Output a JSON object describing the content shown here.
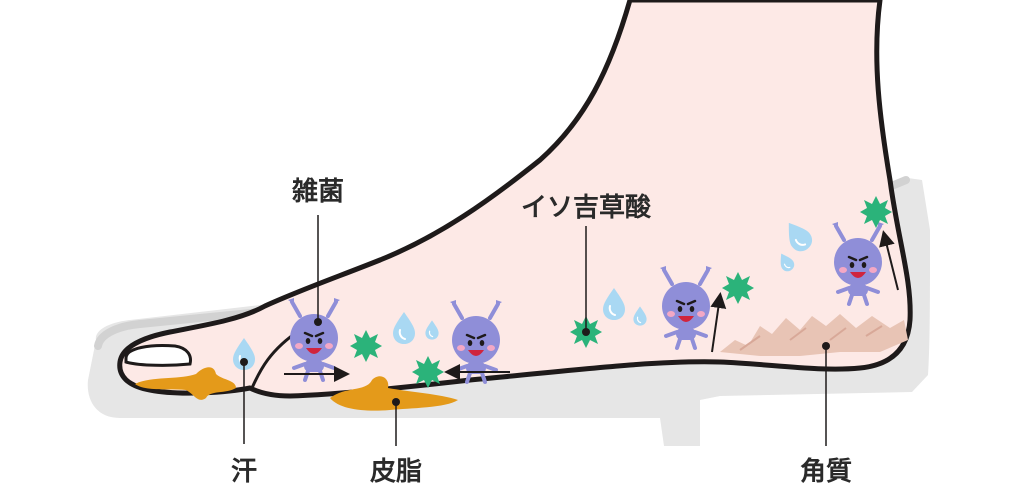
{
  "labels": {
    "germs": "雑菌",
    "isovaleric_acid": "イソ吉草酸",
    "sweat": "汗",
    "sebum": "皮脂",
    "keratin": "角質"
  },
  "colors": {
    "skin": "#fde9e6",
    "outline": "#1e1a1a",
    "sole": "#e6e6e6",
    "insole_edge": "#d2d2d2",
    "sebum": "#e49a1a",
    "germ": "#8f8ed8",
    "gas": "#2bb37a",
    "water": "#a9d8f3",
    "keratin": "#e8c4b5"
  },
  "icons": [
    "germ-character-icon",
    "gas-particle-icon",
    "water-drop-icon",
    "sebum-blob-icon",
    "arrow-icon"
  ]
}
